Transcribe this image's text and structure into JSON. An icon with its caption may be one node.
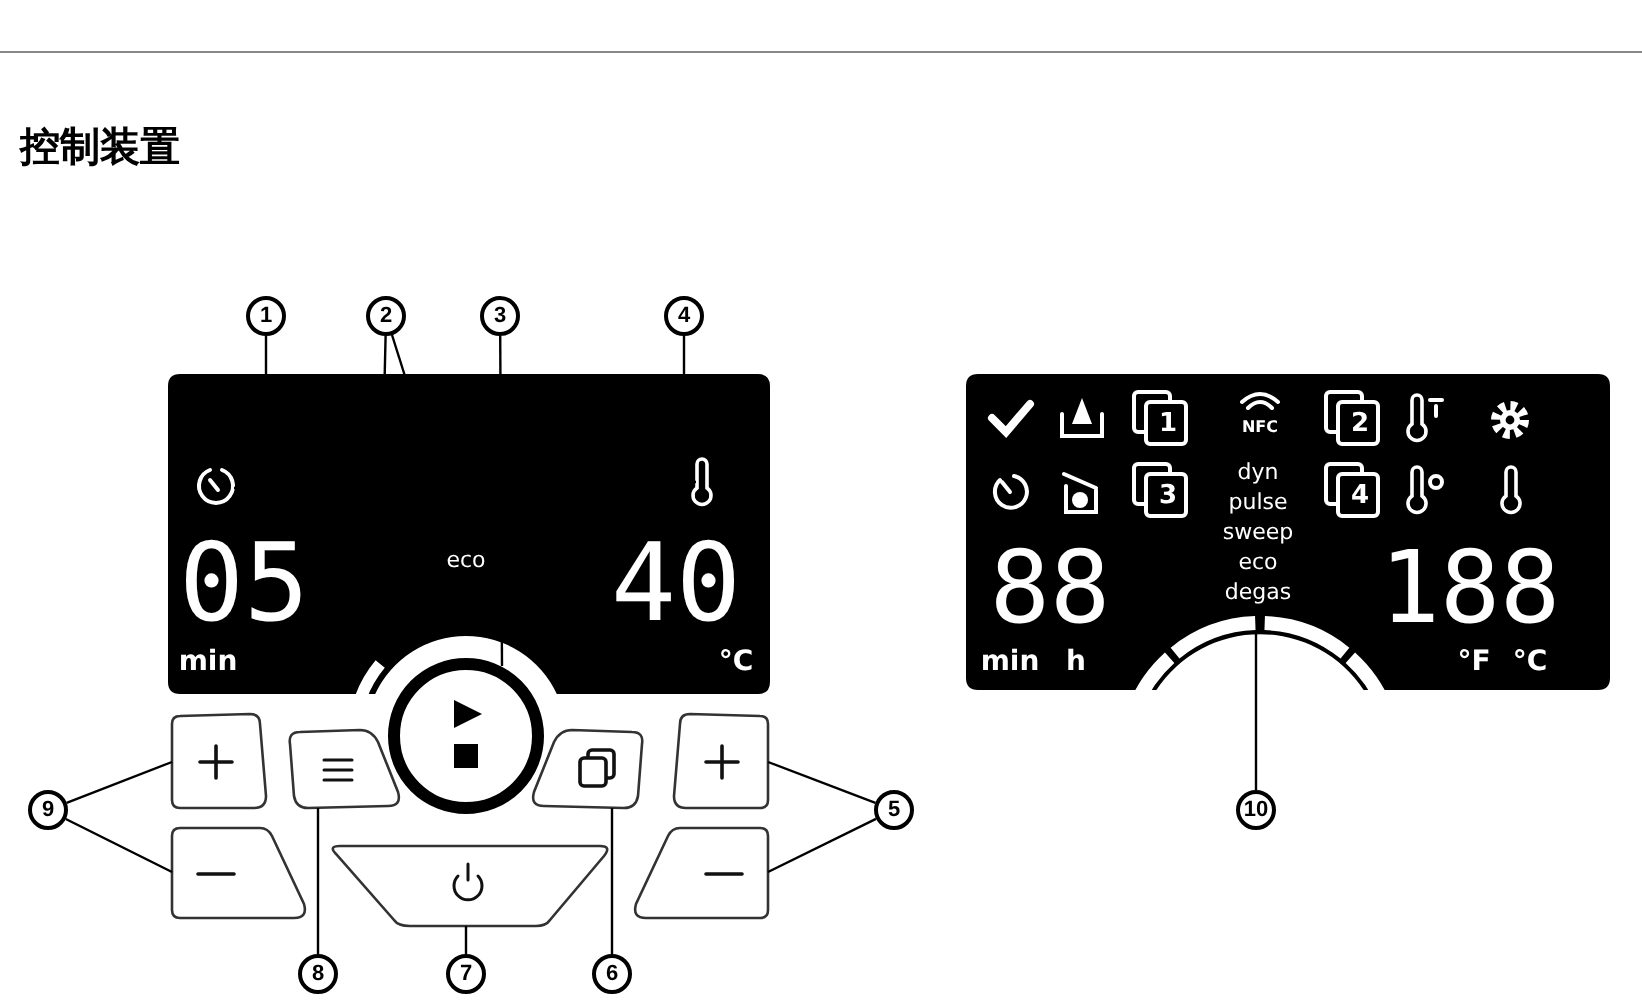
{
  "diagram": {
    "title": "控制装置",
    "nodes": [
      {
        "text": [
          "1"
        ]
      },
      {
        "text": [
          "2"
        ]
      },
      {
        "text": [
          "3"
        ]
      },
      {
        "text": [
          "4"
        ]
      },
      {
        "text": [
          "5"
        ]
      },
      {
        "text": [
          "6"
        ]
      },
      {
        "text": [
          "7"
        ]
      },
      {
        "text": [
          "8"
        ]
      },
      {
        "text": [
          "9"
        ]
      },
      {
        "text": [
          "10"
        ]
      },
      {
        "text": [],
        "shape": "timer"
      },
      {
        "text": [
          "eco"
        ]
      },
      {
        "text": [],
        "shape": "arc"
      },
      {
        "text": [],
        "shape": "circle"
      },
      {
        "text": [],
        "shape": "thermometer"
      },
      {
        "text": [],
        "shape": "box"
      },
      {
        "text": [],
        "shape": "box"
      },
      {
        "text": [],
        "shape": "box"
      },
      {
        "text": [],
        "shape": "box"
      },
      {
        "text": [],
        "shape": "box"
      },
      {
        "text": [],
        "shape": "box"
      },
      {
        "text": [],
        "shape": "box"
      },
      {
        "text": [],
        "shape": "arc"
      }
    ],
    "edges": [
      {
        "from": 0,
        "to": 10,
        "arrow": "none"
      },
      {
        "from": 1,
        "to": 11,
        "arrow": "none"
      },
      {
        "from": 1,
        "to": 12,
        "arrow": "none"
      },
      {
        "from": 2,
        "to": 13,
        "arrow": "none"
      },
      {
        "from": 3,
        "to": 14,
        "arrow": "none"
      },
      {
        "from": 4,
        "to": 15,
        "arrow": "none"
      },
      {
        "from": 4,
        "to": 16,
        "arrow": "none"
      },
      {
        "from": 5,
        "to": 17,
        "arrow": "none"
      },
      {
        "from": 6,
        "to": 18,
        "arrow": "none"
      },
      {
        "from": 7,
        "to": 19,
        "arrow": "none"
      },
      {
        "from": 8,
        "to": 20,
        "arrow": "none"
      },
      {
        "from": 8,
        "to": 21,
        "arrow": "none"
      },
      {
        "from": 9,
        "to": 22,
        "arrow": "none"
      }
    ],
    "labels": [
      "05",
      "min",
      "40",
      "°C",
      "NFC",
      "1",
      "2",
      "3",
      "4",
      "dyn",
      "pulse",
      "sweep",
      "eco",
      "degas",
      "88",
      "min",
      "h",
      "188",
      "°F",
      "°C"
    ]
  }
}
